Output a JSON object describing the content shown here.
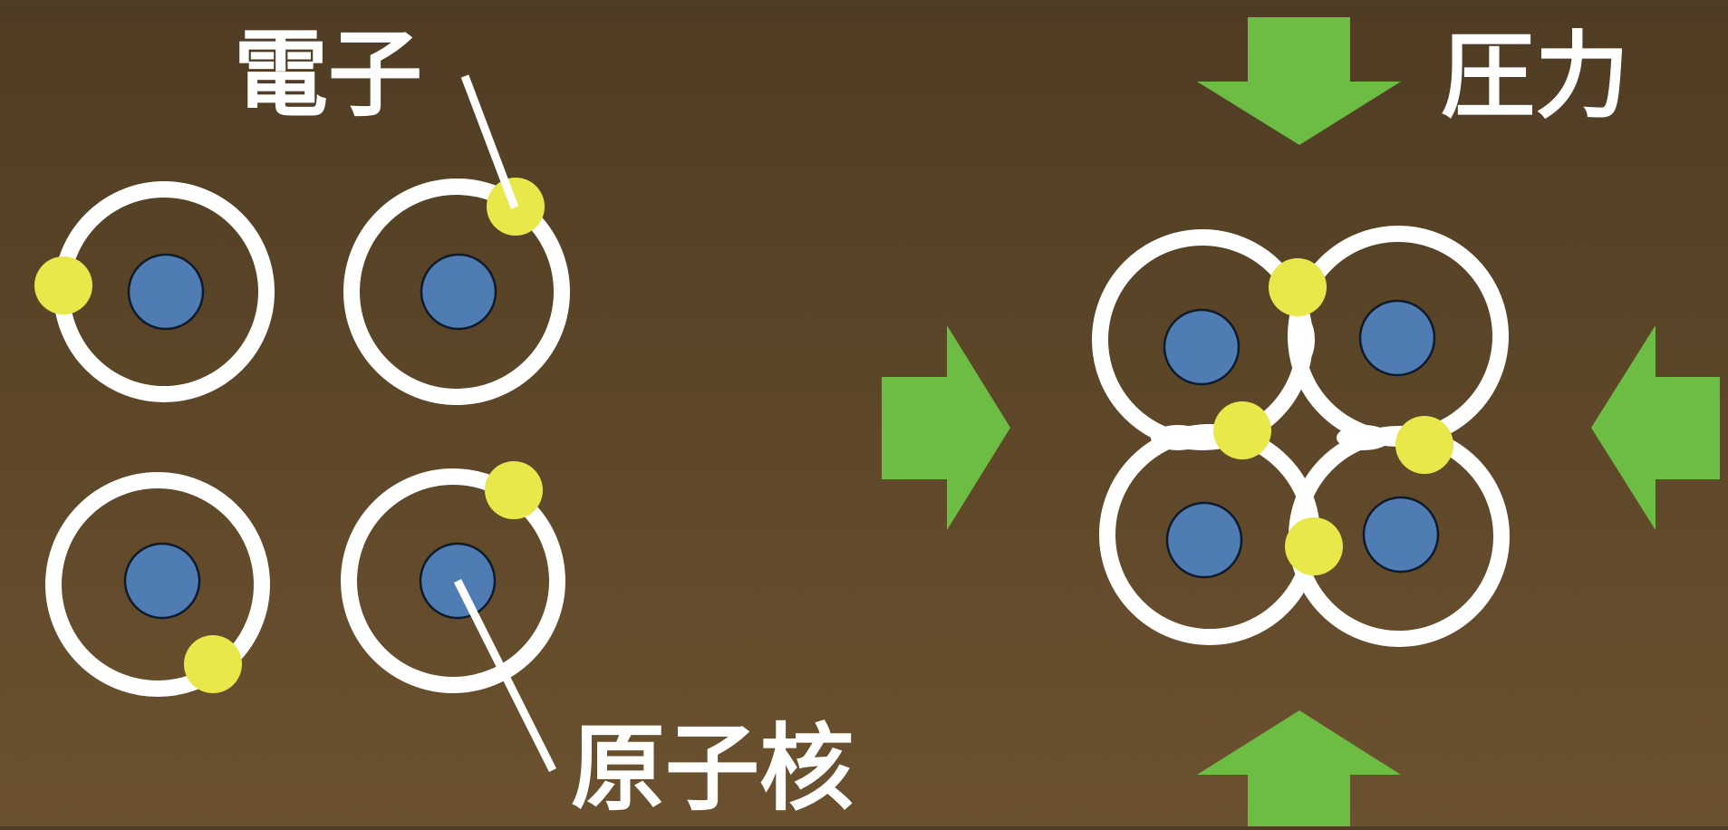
{
  "labels": {
    "electron": "電子",
    "nucleus": "原子核",
    "pressure": "圧力"
  },
  "colors": {
    "background_top": "#4f3c24",
    "background_bottom": "#6b512f",
    "orbit": "#ffffff",
    "nucleus": "#4f7db3",
    "electron": "#e8e84a",
    "arrow": "#6dbd45"
  }
}
